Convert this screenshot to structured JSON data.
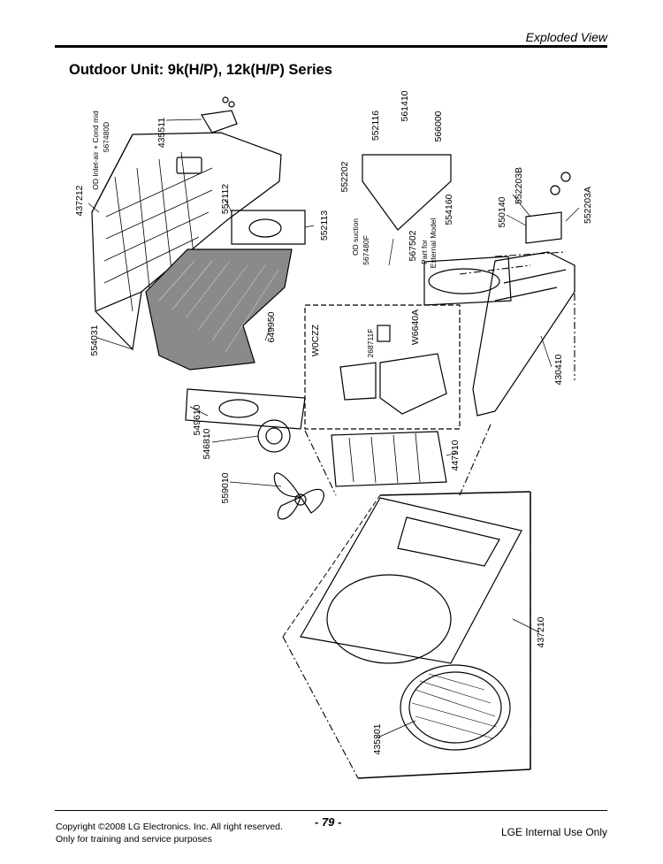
{
  "header": {
    "title": "Exploded View"
  },
  "page_title": "Outdoor Unit: 9k(H/P), 12k(H/P) Series",
  "parts": {
    "p435511": "435511",
    "p437212": "437212",
    "p552112": "552112",
    "p552113": "552113",
    "p554031": "554031",
    "p649950": "649950",
    "p549610": "549610",
    "p546810": "546810",
    "p559010": "559010",
    "p552116": "552116",
    "p561410": "561410",
    "p566000": "566000",
    "p552202": "552202",
    "p554160": "554160",
    "p567502": "567502",
    "p567480F": "567480F",
    "p550140": "550140",
    "p552203B": "552203B",
    "p552203A": "552203A",
    "pW0CZZ": "W0CZZ",
    "p268711F": "268711F",
    "pW6640A": "W6640A",
    "p430410": "430410",
    "p447910": "447910",
    "p437210": "437210",
    "p435301": "435301",
    "p567480D": "567480D"
  },
  "notes": {
    "od_inlet_air": "OD Inlet-air + Cond mid",
    "od_suction": "OD suction",
    "part_for": "Part for",
    "external_model": "External Model"
  },
  "footer": {
    "copyright": "Copyright ©2008 LG Electronics. Inc. All right reserved.",
    "training": "Only for training and service purposes",
    "page_number": "- 79 -",
    "internal": "LGE Internal Use Only"
  }
}
